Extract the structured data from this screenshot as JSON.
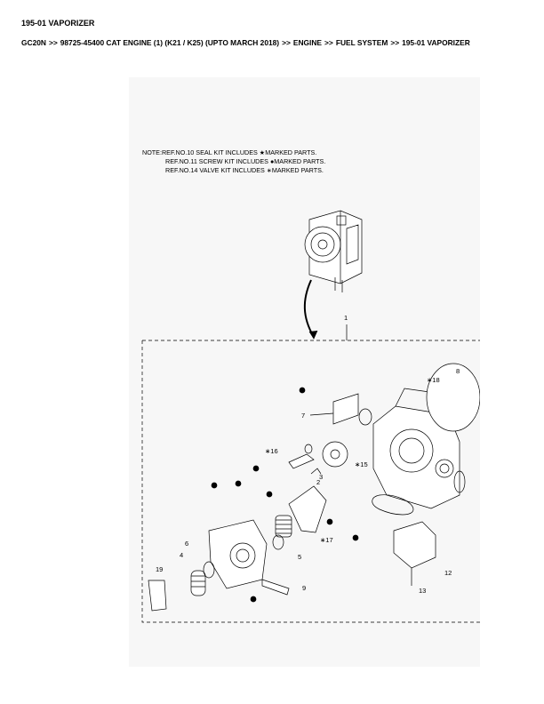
{
  "page": {
    "title": "195-01 VAPORIZER",
    "breadcrumb": [
      "GC20N",
      "98725-45400 CAT ENGINE (1) (K21 / K25) (UPTO MARCH 2018)",
      "ENGINE",
      "FUEL SYSTEM",
      "195-01 VAPORIZER"
    ],
    "breadcrumb_separator": ">>"
  },
  "diagram": {
    "notes": [
      "NOTE:REF.NO.10 SEAL KIT INCLUDES ★MARKED PARTS.",
      "REF.NO.11 SCREW KIT INCLUDES ●MARKED PARTS.",
      "REF.NO.14 VALVE KIT INCLUDES ∗MARKED PARTS."
    ],
    "callouts": {
      "c1": "1",
      "c2": "2",
      "c3": "3",
      "c4": "4",
      "c5": "5",
      "c6": "6",
      "c7": "7",
      "c8": "8",
      "c9": "9",
      "c12": "12",
      "c13": "13",
      "c15": "∗15",
      "c16": "∗16",
      "c17": "∗17",
      "c18": "∗18",
      "c19": "19"
    },
    "symbols": {
      "star": "★",
      "dot": "●",
      "asterisk": "∗"
    }
  }
}
